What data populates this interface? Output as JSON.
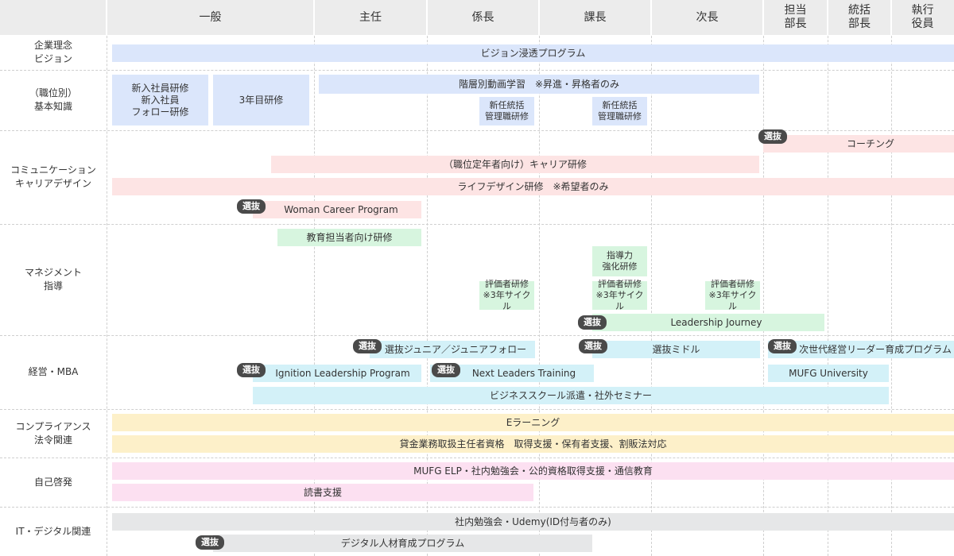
{
  "header": {
    "columns": [
      "一般",
      "主任",
      "係長",
      "課長",
      "次長",
      "担当\n部長",
      "統括\n部長",
      "執行\n役員"
    ]
  },
  "rows": [
    "企業理念\nビジョン",
    "（職位別）\n基本知識",
    "コミュニケーション\nキャリアデザイン",
    "マネジメント\n指導",
    "経営・MBA",
    "コンプライアンス\n法令関連",
    "自己啓発",
    "IT・デジタル関連"
  ],
  "badge_label": "選抜",
  "programs": {
    "vision": "ビジョン浸透プログラム",
    "newhire": "新入社員研修\n新入社員\nフォロー研修",
    "third_year": "3年目研修",
    "video": "階層別動画学習　※昇進・昇格者のみ",
    "new_mgr_1": "新任統括\n管理職研修",
    "new_mgr_2": "新任統括\n管理職研修",
    "coaching": "コーチング",
    "career_retire": "（職位定年者向け）キャリア研修",
    "life_design": "ライフデザイン研修　※希望者のみ",
    "woman_career": "Woman Career Program",
    "edu_staff": "教育担当者向け研修",
    "leadership_enh": "指導力\n強化研修",
    "eval_1": "評価者研修\n※3年サイクル",
    "eval_2": "評価者研修\n※3年サイクル",
    "eval_3": "評価者研修\n※3年サイクル",
    "leadership_journey": "Leadership Journey",
    "junior": "選抜ジュニア／ジュニアフォロー",
    "middle": "選抜ミドル",
    "next_gen": "次世代経営リーダー育成プログラム",
    "ignition": "Ignition Leadership Program",
    "next_leaders": "Next Leaders Training",
    "mufg_univ": "MUFG University",
    "biz_school": "ビジネススクール派遣・社外セミナー",
    "elearning": "Eラーニング",
    "lending": "貸金業務取扱主任者資格　取得支援・保有者支援、割販法対応",
    "mufg_elp": "MUFG ELP・社内勉強会・公的資格取得支援・通信教育",
    "reading": "読書支援",
    "udemy": "社内勉強会・Udemy(ID付与者のみ)",
    "digital": "デジタル人材育成プログラム"
  },
  "colors": {
    "blue": "#dbe6fb",
    "pink": "#fde4e4",
    "green": "#d7f5df",
    "cyan": "#d3f1f8",
    "yellow": "#fdf0c9",
    "magenta": "#fce0f1",
    "gray": "#e6e7e8",
    "badge": "#4a4a4a"
  }
}
